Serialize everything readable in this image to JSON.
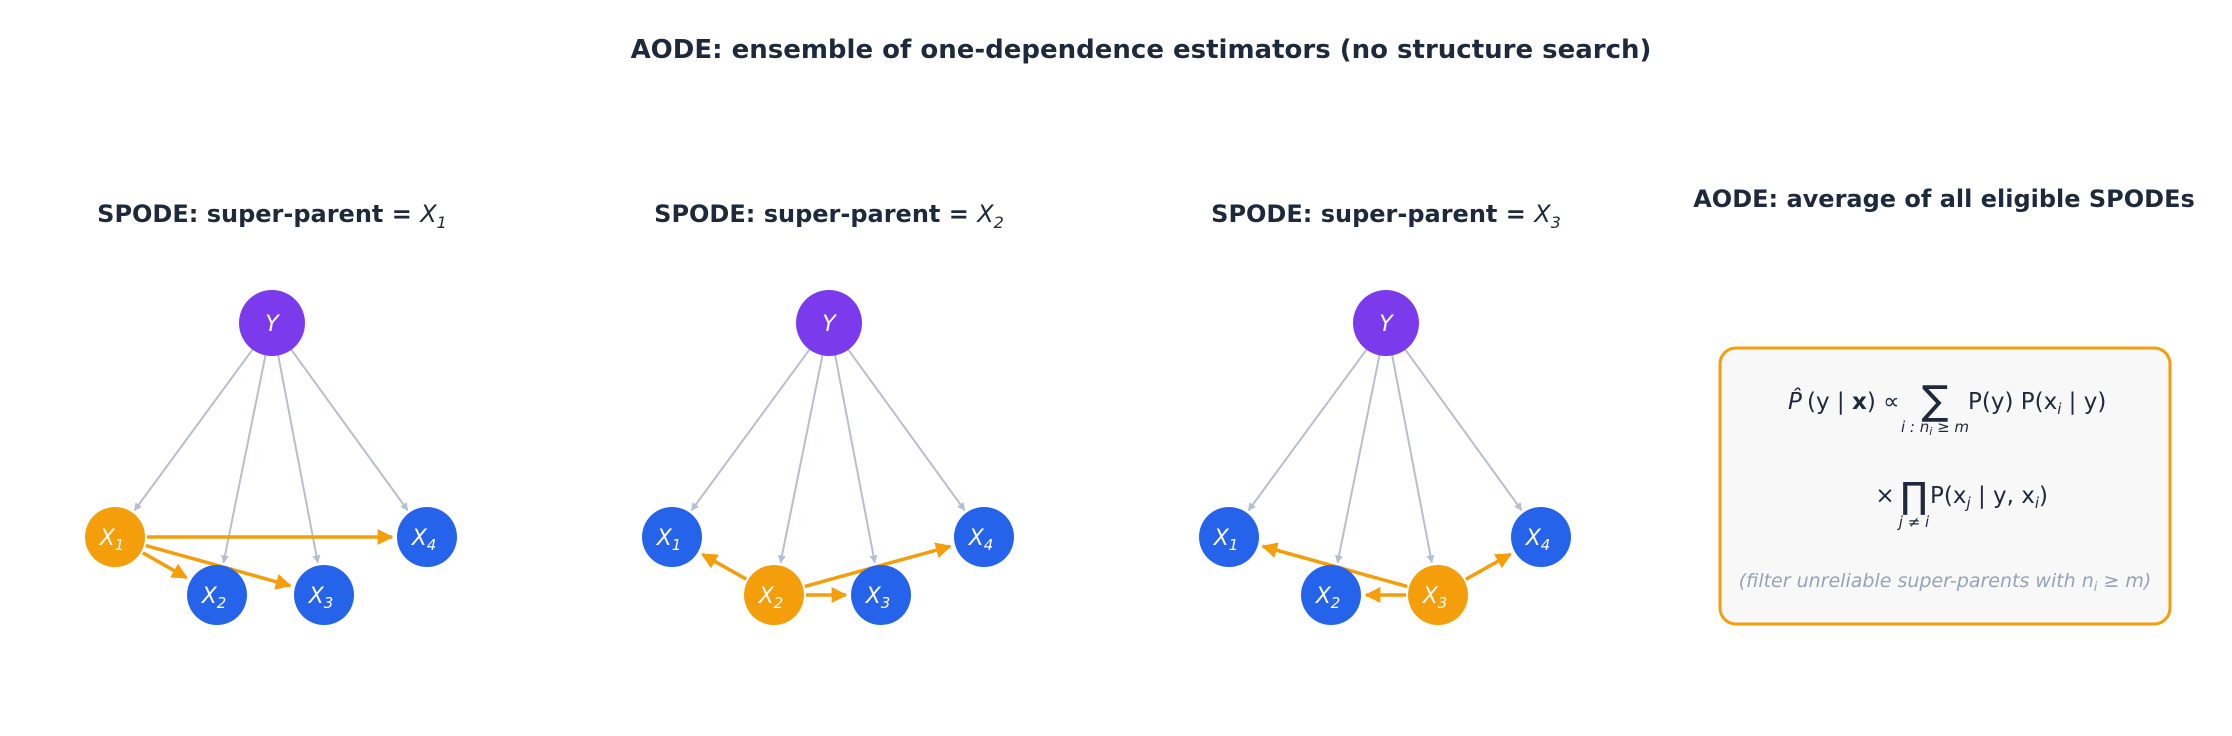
{
  "title": "AODE: ensemble of one-dependence estimators (no structure search)",
  "panels": [
    {
      "title_prefix": "SPODE: super-parent = ",
      "super_parent": "X",
      "super_parent_sub": "1"
    },
    {
      "title_prefix": "SPODE: super-parent = ",
      "super_parent": "X",
      "super_parent_sub": "2"
    },
    {
      "title_prefix": "SPODE: super-parent = ",
      "super_parent": "X",
      "super_parent_sub": "3"
    }
  ],
  "nodes": {
    "class": "Y",
    "attribute_letter": "X",
    "attribute_subs": [
      "1",
      "2",
      "3",
      "4"
    ]
  },
  "aode": {
    "title": "AODE:  average of all eligible SPODEs",
    "formula_line1": {
      "lhs_hat": "P̂",
      "lhs": "(y | ",
      "lhs_bold": "x",
      "lhs_close": ") ∝",
      "sum": "∑",
      "sum_sub": "i : n",
      "sum_sub_i": "i",
      "sum_sub_rest": " ≥ m",
      "rhs": "P(y) P(x",
      "rhs_sub": "i",
      "rhs_close": " | y)"
    },
    "formula_line2": {
      "times": "×",
      "prod": "∏",
      "prod_sub": "j ≠ i",
      "rhs": "P(x",
      "rhs_sub": "j",
      "rhs_close": " | y, x",
      "rhs_sub2": "i",
      "rhs_end": ")"
    },
    "note": "(filter unreliable super-parents with n",
    "note_sub": "i",
    "note_end": " ≥ m)"
  },
  "colors": {
    "class_node": "#7c3aed",
    "attribute_node": "#2563eb",
    "super_parent_node": "#f59e0b",
    "class_edge": "#b6bfd0",
    "super_edge": "#f59e0b",
    "box_border": "#f59e0b",
    "box_fill": "#f8f8f8",
    "text": "#1e293b",
    "note_text": "#94a3b8"
  }
}
